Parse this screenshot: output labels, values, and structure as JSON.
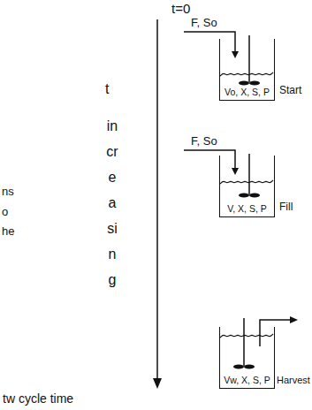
{
  "diagram": {
    "nodes": [
      {
        "text": [
          "Vo, X, S, P"
        ]
      },
      {
        "text": [
          "V, X, S, P"
        ]
      },
      {
        "text": [
          "Vw, X, S, P"
        ]
      }
    ],
    "labels": [
      "t=0",
      "F, So",
      "t",
      "increasing",
      "F, So",
      "ns",
      "o",
      "he",
      "Start",
      "Fill",
      "Harvest",
      "tw cycle time"
    ]
  }
}
